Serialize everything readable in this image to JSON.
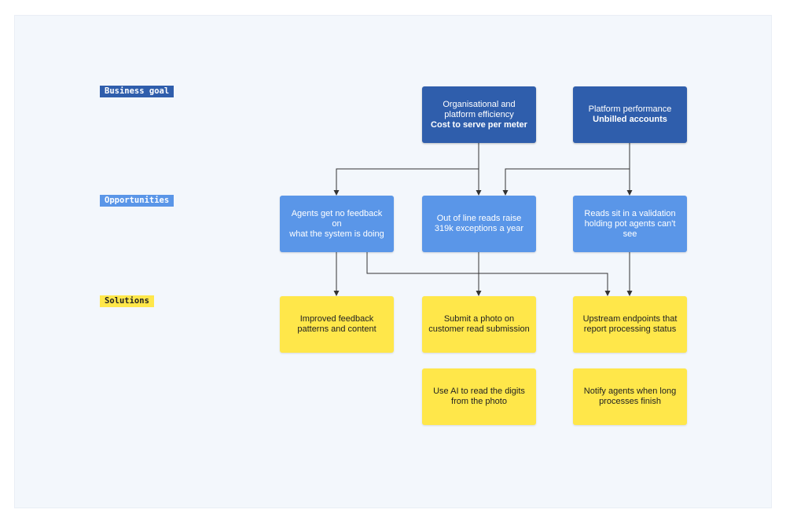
{
  "labels": {
    "business_goal": "Business goal",
    "opportunities": "Opportunities",
    "solutions": "Solutions"
  },
  "goals": [
    {
      "line1": "Organisational and",
      "line2": "platform efficiency",
      "metric": "Cost to serve per meter"
    },
    {
      "line1": "Platform performance",
      "metric": "Unbilled accounts"
    }
  ],
  "opportunities": [
    {
      "line1": "Agents get no feedback on",
      "line2": "what the system is doing"
    },
    {
      "line1": "Out of line reads raise",
      "line2": "319k exceptions a year"
    },
    {
      "line1": "Reads sit in a validation",
      "line2": "holding pot agents can't",
      "line3": "see"
    }
  ],
  "solutions": [
    {
      "line1": "Improved feedback",
      "line2": "patterns and content"
    },
    {
      "line1": "Submit a photo on",
      "line2": "customer read submission"
    },
    {
      "line1": "Upstream endpoints that",
      "line2": "report processing status"
    },
    {
      "line1": "Use AI to read the digits",
      "line2": "from the photo"
    },
    {
      "line1": "Notify agents when long",
      "line2": "processes finish"
    }
  ],
  "colors": {
    "goal": "#2f5eac",
    "opportunity": "#5a96e8",
    "solution": "#ffe74a",
    "canvas": "#f3f7fc",
    "connector": "#333333"
  }
}
